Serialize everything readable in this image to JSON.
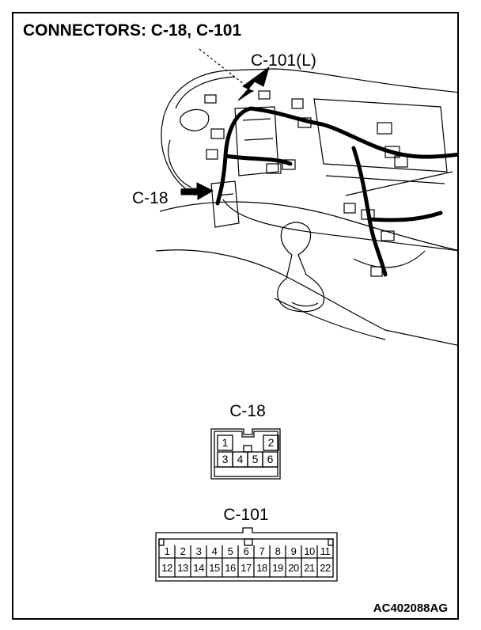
{
  "title": "CONNECTORS: C-18, C-101",
  "callouts": {
    "c101": "C-101(L)",
    "c18": "C-18"
  },
  "connectors": {
    "c18": {
      "label": "C-18",
      "pins_top": [
        "1",
        "",
        "",
        "2"
      ],
      "pins_bottom": [
        "3",
        "4",
        "5",
        "6"
      ]
    },
    "c101": {
      "label": "C-101",
      "pins_top": [
        "1",
        "2",
        "3",
        "4",
        "5",
        "6",
        "7",
        "8",
        "9",
        "10",
        "11"
      ],
      "pins_bottom": [
        "12",
        "13",
        "14",
        "15",
        "16",
        "17",
        "18",
        "19",
        "20",
        "21",
        "22"
      ]
    }
  },
  "figure_id": "AC402088AG"
}
